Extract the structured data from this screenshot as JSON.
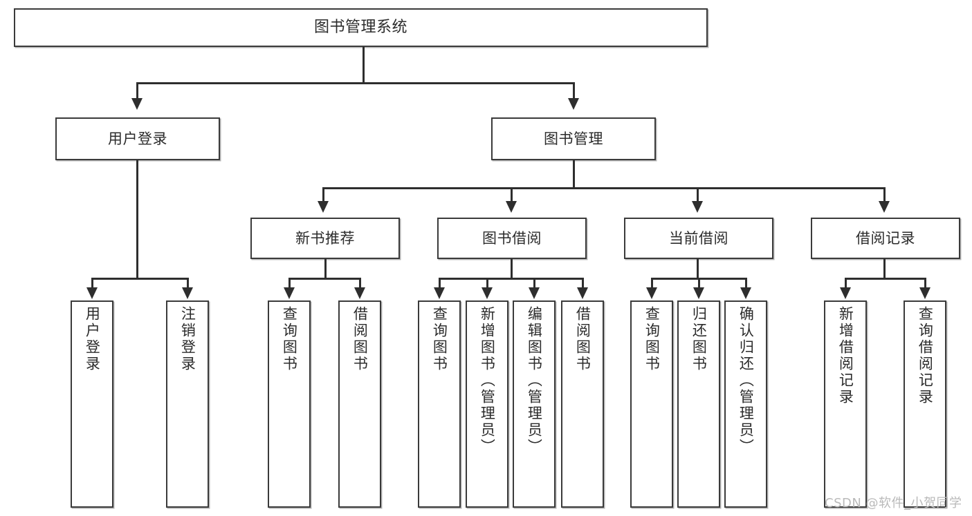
{
  "diagram": {
    "title": "图书管理系统",
    "type": "hierarchy-tree",
    "watermark": "CSDN @软件_小贺同学",
    "colors": {
      "box_border": "#3a3a3a",
      "connector": "#2e2e2e",
      "text": "#2b2b2b",
      "background": "#ffffff",
      "watermark": "#b9b9b9"
    },
    "levels": {
      "root": {
        "label": "图书管理系统"
      },
      "level2": [
        {
          "label": "用户登录"
        },
        {
          "label": "图书管理"
        }
      ],
      "level3": [
        {
          "label": "新书推荐"
        },
        {
          "label": "图书借阅"
        },
        {
          "label": "当前借阅"
        },
        {
          "label": "借阅记录"
        }
      ],
      "leaves": {
        "user_login": [
          {
            "label": "用户登录"
          },
          {
            "label": "注销登录"
          }
        ],
        "new_book_recommend": [
          {
            "label": "查询图书"
          },
          {
            "label": "借阅图书"
          }
        ],
        "book_borrow": [
          {
            "label": "查询图书"
          },
          {
            "label": "新增图书（管理员）"
          },
          {
            "label": "编辑图书（管理员）"
          },
          {
            "label": "借阅图书"
          }
        ],
        "current_borrow": [
          {
            "label": "查询图书"
          },
          {
            "label": "归还图书"
          },
          {
            "label": "确认归还（管理员）"
          }
        ],
        "borrow_record": [
          {
            "label": "新增借阅记录"
          },
          {
            "label": "查询借阅记录"
          }
        ]
      }
    }
  }
}
